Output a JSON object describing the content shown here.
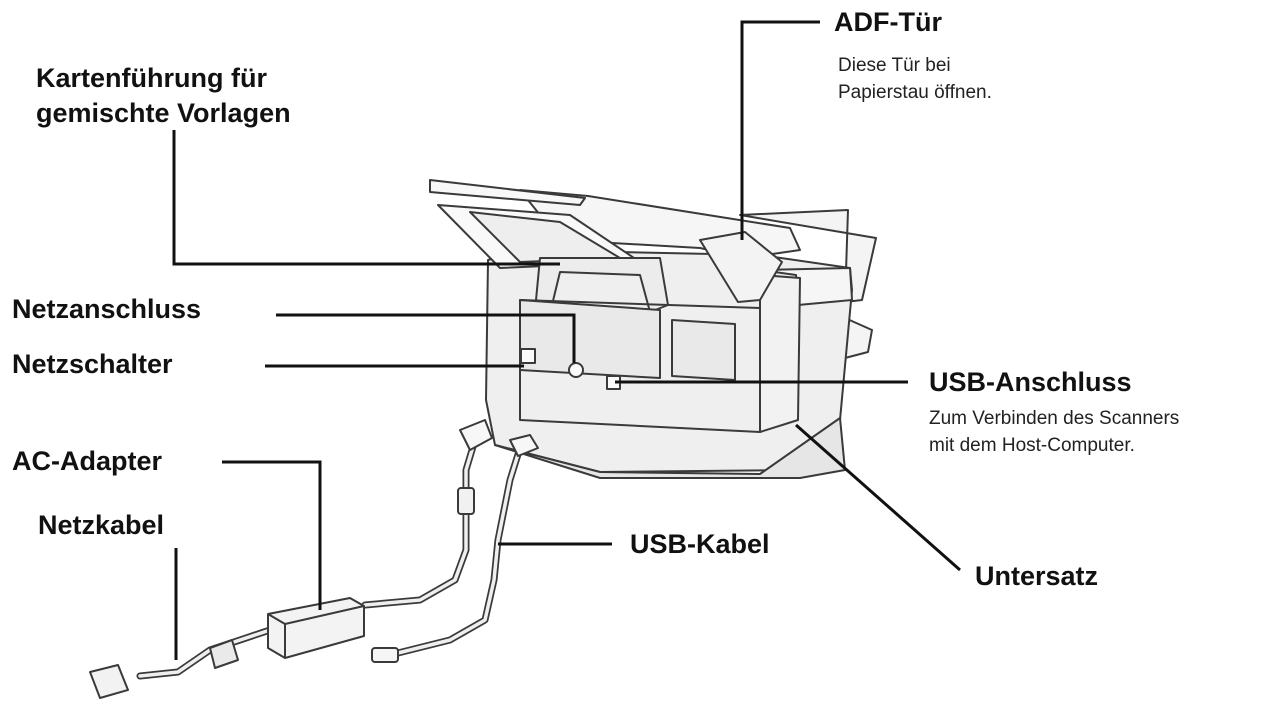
{
  "labels": {
    "adf_door": "ADF-Tür",
    "adf_door_desc_1": "Diese Tür bei",
    "adf_door_desc_2": "Papierstau öffnen.",
    "card_guide_1": "Kartenführung für",
    "card_guide_2": "gemischte Vorlagen",
    "power_jack": "Netzanschluss",
    "power_switch": "Netzschalter",
    "usb_port": "USB-Anschluss",
    "usb_port_desc_1": "Zum Verbinden des Scanners",
    "usb_port_desc_2": "mit dem Host-Computer.",
    "ac_adapter": "AC-Adapter",
    "power_cord": "Netzkabel",
    "usb_cable": "USB-Kabel",
    "base": "Untersatz"
  },
  "colors": {
    "line": "#111111",
    "body_fill": "#efefef",
    "outline": "#3a3a3a"
  }
}
